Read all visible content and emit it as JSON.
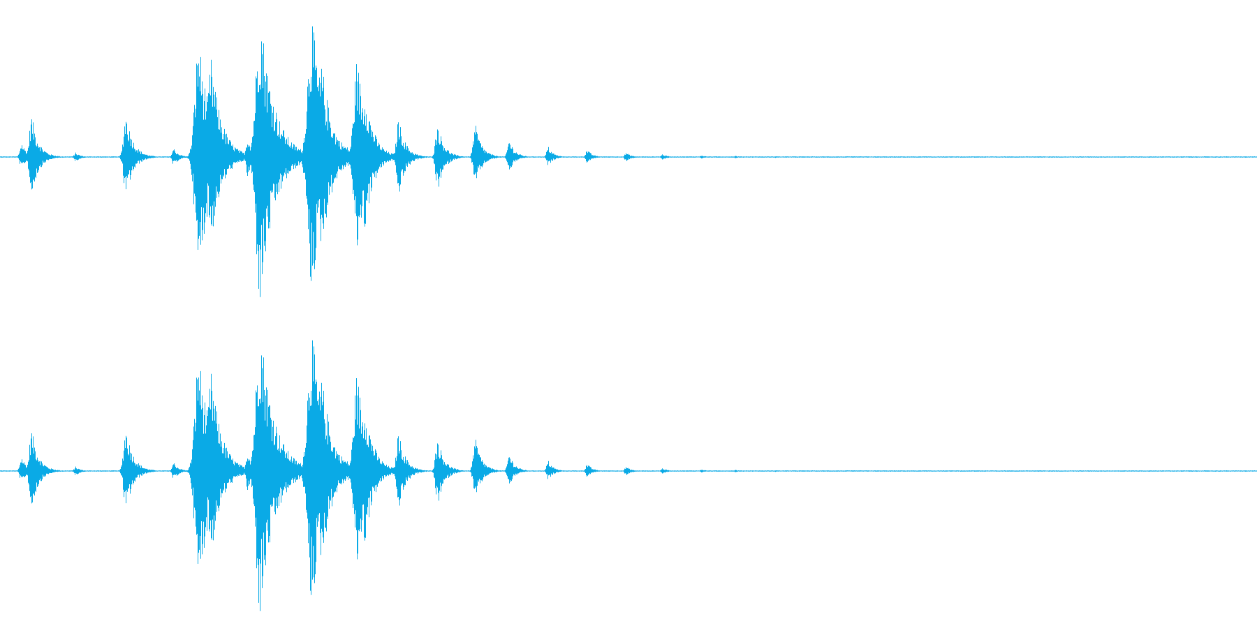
{
  "waveform": {
    "color": "#0aaae6",
    "channels": [
      {
        "id": "channel-1"
      },
      {
        "id": "channel-2"
      }
    ],
    "bursts": [
      {
        "t": 0.017,
        "up": 0.1,
        "down": 0.08
      },
      {
        "t": 0.025,
        "up": 0.28,
        "down": 0.26
      },
      {
        "t": 0.06,
        "up": 0.03,
        "down": 0.03
      },
      {
        "t": 0.1,
        "up": 0.3,
        "down": 0.28
      },
      {
        "t": 0.138,
        "up": 0.06,
        "down": 0.06
      },
      {
        "t": 0.158,
        "up": 0.8,
        "down": 0.8
      },
      {
        "t": 0.168,
        "up": 0.66,
        "down": 0.56
      },
      {
        "t": 0.197,
        "up": 0.14,
        "down": 0.14
      },
      {
        "t": 0.207,
        "up": 1.0,
        "down": 1.0
      },
      {
        "t": 0.223,
        "up": 0.25,
        "down": 0.22
      },
      {
        "t": 0.248,
        "up": 0.95,
        "down": 0.92
      },
      {
        "t": 0.256,
        "up": 0.63,
        "down": 0.62
      },
      {
        "t": 0.267,
        "up": 0.06,
        "down": 0.06
      },
      {
        "t": 0.284,
        "up": 0.66,
        "down": 0.64
      },
      {
        "t": 0.29,
        "up": 0.48,
        "down": 0.5
      },
      {
        "t": 0.317,
        "up": 0.26,
        "down": 0.27
      },
      {
        "t": 0.348,
        "up": 0.23,
        "down": 0.24
      },
      {
        "t": 0.378,
        "up": 0.22,
        "down": 0.2
      },
      {
        "t": 0.405,
        "up": 0.12,
        "down": 0.1
      },
      {
        "t": 0.436,
        "up": 0.07,
        "down": 0.06
      },
      {
        "t": 0.467,
        "up": 0.05,
        "down": 0.04
      },
      {
        "t": 0.498,
        "up": 0.03,
        "down": 0.03
      },
      {
        "t": 0.527,
        "up": 0.02,
        "down": 0.02
      },
      {
        "t": 0.558,
        "up": 0.012,
        "down": 0.012
      },
      {
        "t": 0.585,
        "up": 0.008,
        "down": 0.008
      },
      {
        "t": 0.617,
        "up": 0.006,
        "down": 0.006
      }
    ]
  }
}
